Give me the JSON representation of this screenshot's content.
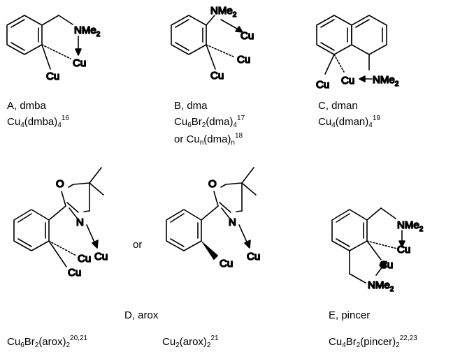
{
  "atoms": {
    "cu": "Cu",
    "n": "N",
    "o": "O",
    "me2": "Me",
    "br": "Br"
  },
  "compounds": {
    "A": {
      "name": "A, dmba",
      "formula_base": "Cu",
      "formula_a": "4",
      "formula_mid": "(dmba)",
      "formula_b": "4",
      "ref": "16"
    },
    "B": {
      "name": "B, dma",
      "formula_base": "Cu",
      "formula_a": "6",
      "formula_mid": "Br",
      "formula_b": "2",
      "formula_mid2": "(dma)",
      "formula_c": "4",
      "ref": "17",
      "alt_prefix": "or Cu",
      "alt_a": "n",
      "alt_mid": "(dma)",
      "alt_b": "n",
      "alt_ref": "18"
    },
    "C": {
      "name": "C, dman",
      "formula_base": "Cu",
      "formula_a": "4",
      "formula_mid": "(dman)",
      "formula_b": "4",
      "ref": "19"
    },
    "D": {
      "name": "D, arox",
      "or": "or",
      "f1_base": "Cu",
      "f1_a": "6",
      "f1_mid": "Br",
      "f1_b": "2",
      "f1_mid2": "(arox)",
      "f1_c": "2",
      "f1_ref": "20,21",
      "f2_base": "Cu",
      "f2_a": "2",
      "f2_mid": "(arox)",
      "f2_b": "2",
      "f2_ref": "21"
    },
    "E": {
      "name": "E, pincer",
      "f_base": "Cu",
      "f_a": "4",
      "f_mid": "Br",
      "f_b": "2",
      "f_mid2": "(pincer)",
      "f_c": "2",
      "f_ref": "22,23"
    }
  }
}
